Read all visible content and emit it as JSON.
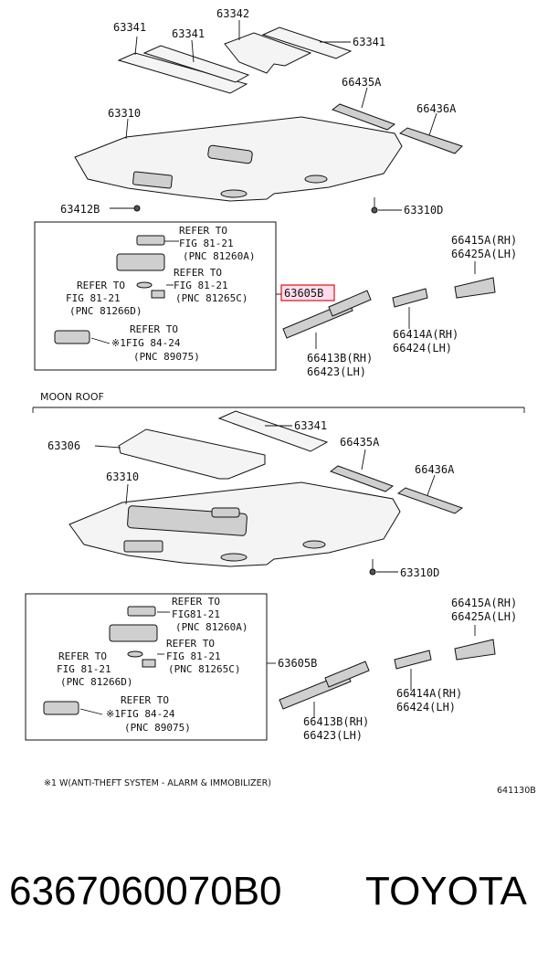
{
  "top": {
    "labels": {
      "p63341a": "63341",
      "p63342": "63342",
      "p63341b": "63341",
      "p63341c": "63341",
      "p66435A": "66435A",
      "p66436A": "66436A",
      "p63310": "63310",
      "p63412B": "63412B",
      "p63310D": "63310D",
      "p63605B": "63605B",
      "p66415A": "66415A(RH)",
      "p66425A": "66425A(LH)",
      "p66414A": "66414A(RH)",
      "p66424": "66424(LH)",
      "p66413B": "66413B(RH)",
      "p66423": "66423(LH)"
    },
    "refs": {
      "r1": [
        "REFER TO",
        "FIG 81-21",
        "(PNC 81260A)"
      ],
      "r2": [
        "REFER TO",
        "FIG 81-21",
        "(PNC 81265C)"
      ],
      "r3": [
        "REFER TO",
        "FIG 81-21",
        "(PNC 81266D)"
      ],
      "r4": [
        "REFER TO",
        "※1FIG 84-24",
        "(PNC 89075)"
      ]
    }
  },
  "moon": {
    "section_title": "MOON ROOF",
    "labels": {
      "p63341": "63341",
      "p63306": "63306",
      "p66435A": "66435A",
      "p66436A": "66436A",
      "p63310": "63310",
      "p63310D": "63310D",
      "p63605B": "63605B",
      "p66415A": "66415A(RH)",
      "p66425A": "66425A(LH)",
      "p66414A": "66414A(RH)",
      "p66424": "66424(LH)",
      "p66413B": "66413B(RH)",
      "p66423": "66423(LH)"
    },
    "refs": {
      "r1": [
        "REFER TO",
        "FIG81-21",
        "(PNC 81260A)"
      ],
      "r2": [
        "REFER TO",
        "FIG 81-21",
        "(PNC 81265C)"
      ],
      "r3": [
        "REFER TO",
        "FIG 81-21",
        "(PNC 81266D)"
      ],
      "r4": [
        "REFER TO",
        "※1FIG 84-24",
        "(PNC 89075)"
      ]
    }
  },
  "footnote": "※1 W(ANTI-THEFT SYSTEM - ALARM & IMMOBILIZER)",
  "figure_code": "641130B",
  "part_number": "6367060070B0",
  "brand": "TOYOTA",
  "colors": {
    "highlight": "#dd1111"
  }
}
